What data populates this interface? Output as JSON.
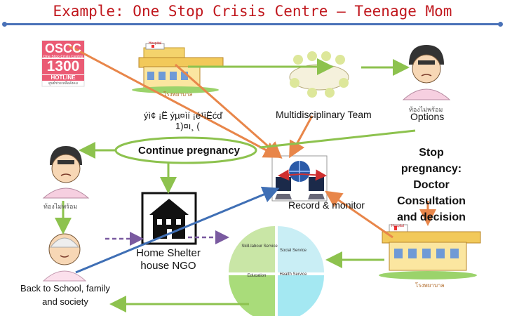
{
  "title": "Example: One Stop Crisis Centre – Teenage Mom",
  "oscc": {
    "brand": "OSCC",
    "subtitle": "One Stop Crisis Centre",
    "number": "1300",
    "hotline": "HOTLINE",
    "thai_caption": "ศูนย์ช่วยเหลือสังคม"
  },
  "hospital_sign": "Hospital",
  "hospital_caption": "โรงพยาบาล",
  "garbled_label_line1": "ýì¢ ¡Ë ýµ¤ìí ¡é¹ïËćď",
  "garbled_label_line2": "1)¤ı¸ (",
  "multidisciplinary_label": "Multidisciplinary Team",
  "options_label": "Options",
  "person_caption": "ท้องไม่พร้อม",
  "continue_label": "Continue pregnancy",
  "stop_label": "Stop pregnancy: Doctor Consultation and decision",
  "record_label": "Record & monitor",
  "home_label": "Home Shelter house NGO",
  "school_label": "Back to School, family and society",
  "pie": {
    "q1": "Skill-labour Service",
    "q2": "Social Service",
    "q3": "Education",
    "q4": "Health Service"
  },
  "colors": {
    "title": "#c0161c",
    "rule": "#4a72b8",
    "arrow_orange": "#e8864a",
    "arrow_green": "#8dc24e",
    "arrow_blue": "#3f6fb5",
    "dashed": "#7a5aa0"
  }
}
